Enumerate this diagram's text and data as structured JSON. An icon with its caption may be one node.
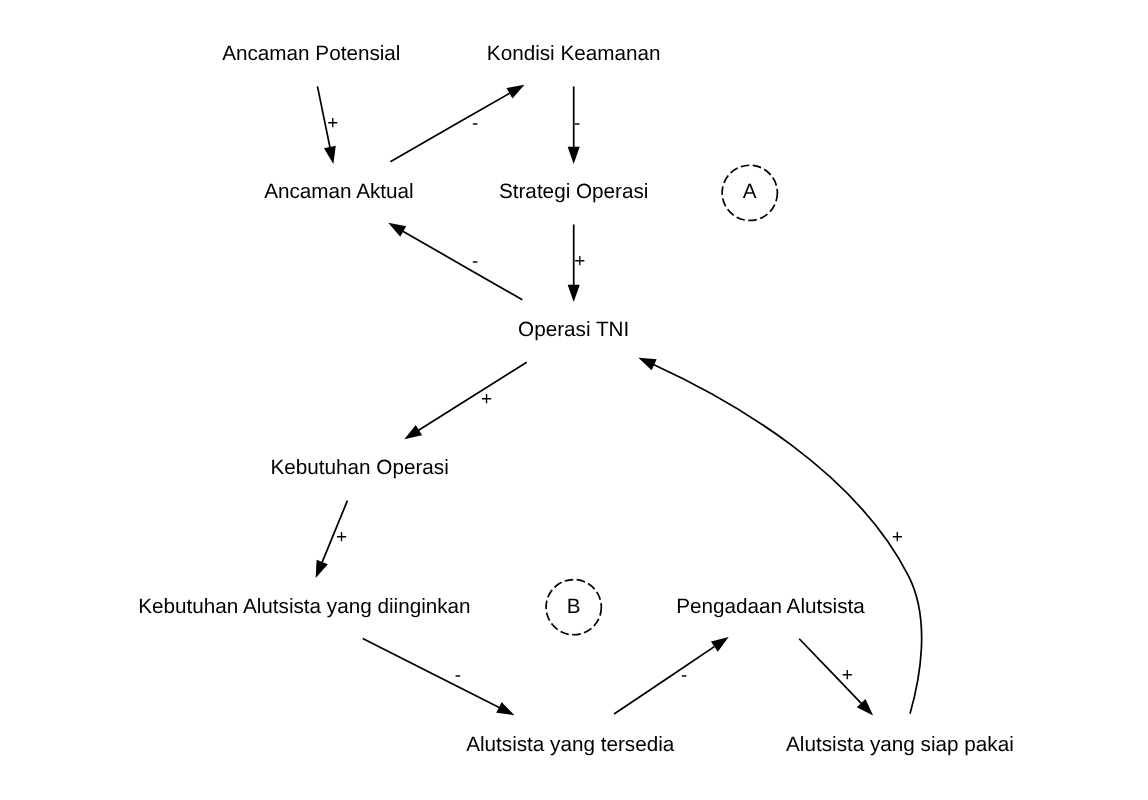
{
  "diagram": {
    "nodes": [
      {
        "text": [
          "Kondisi Keamanan"
        ]
      },
      {
        "text": [
          "Ancaman Potensial"
        ]
      },
      {
        "text": [
          "Strategi Operasi"
        ]
      },
      {
        "text": [
          "Ancaman Aktual"
        ]
      },
      {
        "text": [
          "Operasi TNI"
        ]
      },
      {
        "text": [
          "Alutsista yang siap pakai"
        ]
      },
      {
        "text": [
          "Kebutuhan Operasi"
        ]
      },
      {
        "text": [
          "Pengadaan Alutsista"
        ]
      },
      {
        "text": [
          "Kebutuhan Alutsista yang diinginkan"
        ]
      },
      {
        "text": [
          "Alutsista yang tersedia"
        ]
      },
      {
        "text": [
          "A"
        ]
      },
      {
        "text": [
          "B"
        ]
      }
    ],
    "edges": [
      {
        "from": 3,
        "to": 0,
        "arrow": "to",
        "label": "-"
      },
      {
        "from": 0,
        "to": 2,
        "arrow": "to",
        "label": "-"
      },
      {
        "from": 1,
        "to": 3,
        "arrow": "to",
        "label": "+"
      },
      {
        "from": 2,
        "to": 4,
        "arrow": "to",
        "label": "+"
      },
      {
        "from": 5,
        "to": 4,
        "arrow": "to",
        "label": "+"
      },
      {
        "from": 4,
        "to": 3,
        "arrow": "to",
        "label": "-"
      },
      {
        "from": 4,
        "to": 6,
        "arrow": "to",
        "label": "+"
      },
      {
        "from": 6,
        "to": 8,
        "arrow": "to",
        "label": "+"
      },
      {
        "from": 8,
        "to": 9,
        "arrow": "to",
        "label": "-"
      },
      {
        "from": 9,
        "to": 7,
        "arrow": "to",
        "label": "-"
      },
      {
        "from": 7,
        "to": 5,
        "arrow": "to",
        "label": "+"
      }
    ]
  }
}
